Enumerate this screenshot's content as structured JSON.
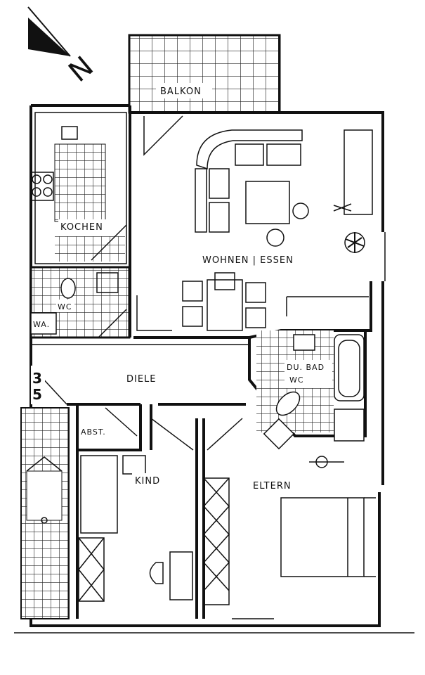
{
  "compass": {
    "letter": "N"
  },
  "stairs": {
    "number_top": "3",
    "number_bottom": "5"
  },
  "rooms": {
    "balkon": "BALKON",
    "kochen": "KOCHEN",
    "wohnen_essen": "WOHNEN | ESSEN",
    "wc": "WC",
    "wa": "WA.",
    "diele": "DIELE",
    "du_bad": "DU. BAD",
    "du_bad_wc": "WC",
    "abst": "ABST.",
    "kind": "KIND",
    "eltern": "ELTERN"
  }
}
